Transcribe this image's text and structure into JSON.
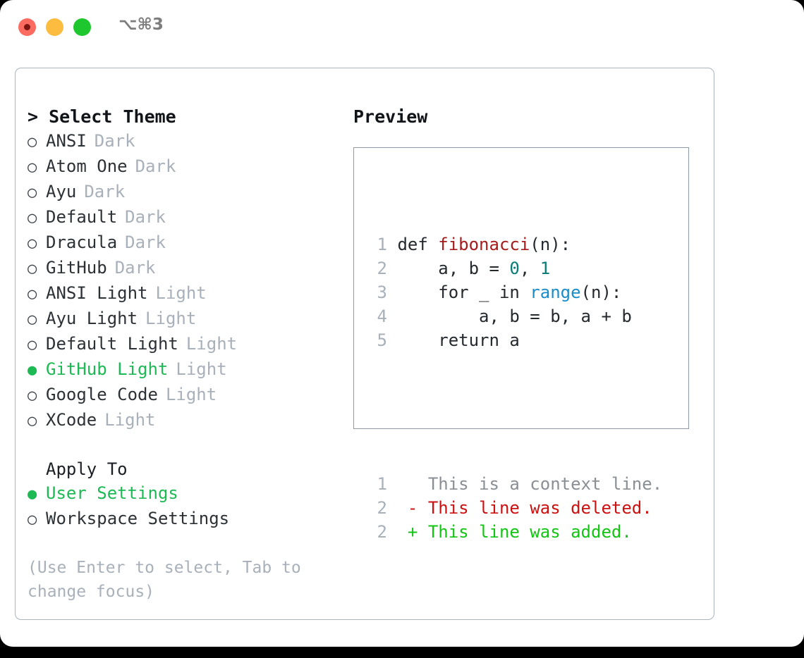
{
  "window": {
    "shortcut": "⌥⌘3",
    "traffic_lights": [
      {
        "name": "close",
        "color": "#fb6b60"
      },
      {
        "name": "minimize",
        "color": "#fcbc40"
      },
      {
        "name": "maximize",
        "color": "#1fc72f"
      }
    ]
  },
  "theme_picker": {
    "heading": "> Select Theme",
    "marker_unselected": "○",
    "marker_selected": "●",
    "items": [
      {
        "label": "ANSI",
        "suffix": "Dark",
        "selected": false
      },
      {
        "label": "Atom One",
        "suffix": "Dark",
        "selected": false
      },
      {
        "label": "Ayu",
        "suffix": "Dark",
        "selected": false
      },
      {
        "label": "Default",
        "suffix": "Dark",
        "selected": false
      },
      {
        "label": "Dracula",
        "suffix": "Dark",
        "selected": false
      },
      {
        "label": "GitHub",
        "suffix": "Dark",
        "selected": false
      },
      {
        "label": "ANSI Light",
        "suffix": "Light",
        "selected": false
      },
      {
        "label": "Ayu Light",
        "suffix": "Light",
        "selected": false
      },
      {
        "label": "Default Light",
        "suffix": "Light",
        "selected": false
      },
      {
        "label": "GitHub Light",
        "suffix": "Light",
        "selected": true
      },
      {
        "label": "Google Code",
        "suffix": "Light",
        "selected": false
      },
      {
        "label": "XCode",
        "suffix": "Light",
        "selected": false
      }
    ]
  },
  "apply_to": {
    "heading": "Apply To",
    "items": [
      {
        "label": "User Settings",
        "selected": true
      },
      {
        "label": "Workspace Settings",
        "selected": false
      }
    ]
  },
  "hint": "(Use Enter to select, Tab to change focus)",
  "preview": {
    "heading": "Preview",
    "code_lines": [
      {
        "num": "1",
        "segments": [
          {
            "text": "def ",
            "kind": "plain"
          },
          {
            "text": "fibonacci",
            "kind": "func"
          },
          {
            "text": "(n):",
            "kind": "plain"
          }
        ]
      },
      {
        "num": "2",
        "segments": [
          {
            "text": "    a, b = ",
            "kind": "plain"
          },
          {
            "text": "0",
            "kind": "num"
          },
          {
            "text": ", ",
            "kind": "plain"
          },
          {
            "text": "1",
            "kind": "num"
          }
        ]
      },
      {
        "num": "3",
        "segments": [
          {
            "text": "    for _ in ",
            "kind": "plain"
          },
          {
            "text": "range",
            "kind": "call"
          },
          {
            "text": "(n):",
            "kind": "plain"
          }
        ]
      },
      {
        "num": "4",
        "segments": [
          {
            "text": "        a, b = b, a + b",
            "kind": "plain"
          }
        ]
      },
      {
        "num": "5",
        "segments": [
          {
            "text": "    return a",
            "kind": "plain"
          }
        ]
      }
    ],
    "diff_lines": [
      {
        "num": "1",
        "prefix": "  ",
        "text": "This is a context line.",
        "kind": "context"
      },
      {
        "num": "2",
        "prefix": "- ",
        "text": "This line was deleted.",
        "kind": "deleted"
      },
      {
        "num": "2",
        "prefix": "+ ",
        "text": "This line was added.",
        "kind": "added"
      }
    ]
  },
  "colors": {
    "selected_green": "#1db954",
    "suffix_gray": "#a8b0ba",
    "panel_border": "#aab3c0",
    "preview_border": "#8e99a8",
    "syntax_function": "#a61b1b",
    "syntax_number": "#0b7d79",
    "syntax_call": "#1a8cc8",
    "diff_deleted": "#cc1111",
    "diff_added": "#14c414",
    "diff_context": "#8a8f95"
  }
}
